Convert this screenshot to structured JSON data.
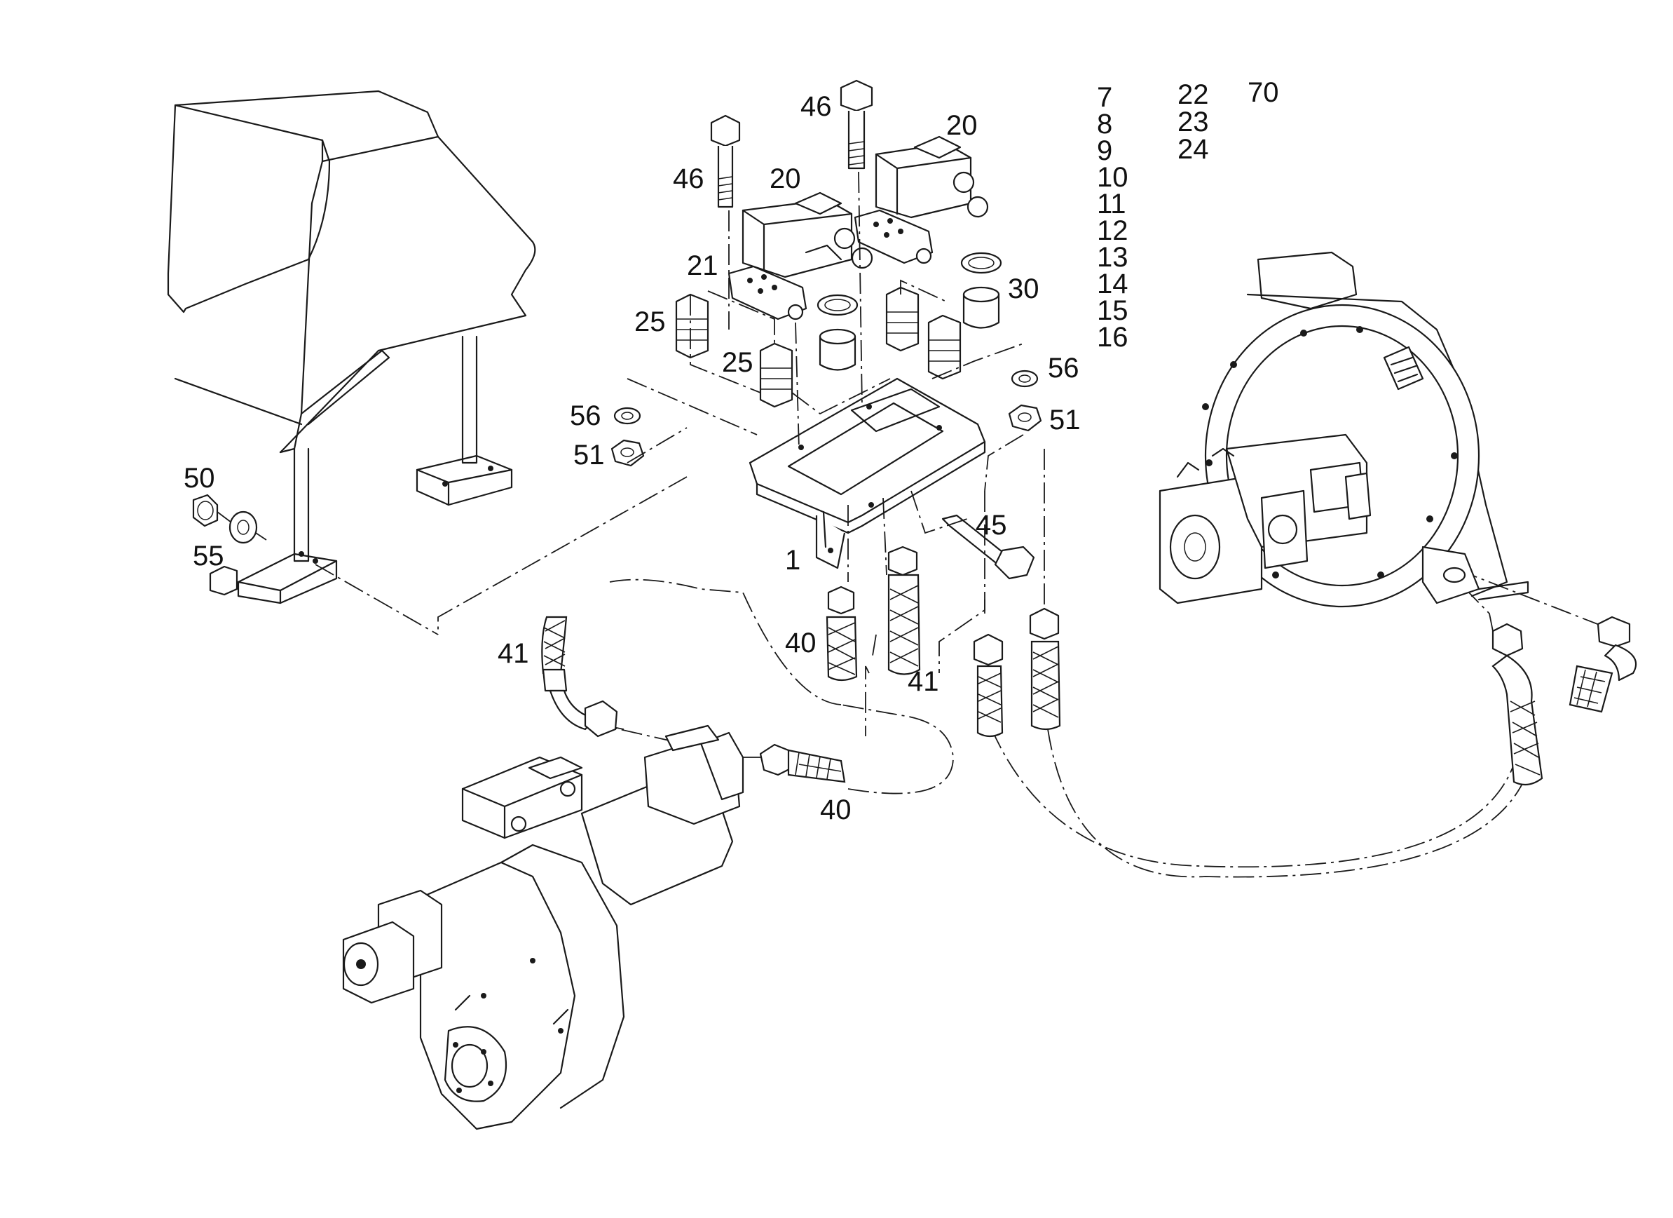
{
  "callouts": {
    "c1": "1",
    "c20a": "20",
    "c20b": "20",
    "c21": "21",
    "c25a": "25",
    "c25b": "25",
    "c30": "30",
    "c40a": "40",
    "c40b": "40",
    "c41a": "41",
    "c41b": "41",
    "c45": "45",
    "c46a": "46",
    "c46b": "46",
    "c50": "50",
    "c51a": "51",
    "c51b": "51",
    "c55": "55",
    "c56a": "56",
    "c56b": "56"
  },
  "variant_columns": {
    "col1": [
      "7",
      "8",
      "9",
      "10",
      "11",
      "12",
      "13",
      "14",
      "15",
      "16"
    ],
    "col2": [
      "22",
      "23",
      "24"
    ],
    "col3": [
      "70"
    ]
  }
}
